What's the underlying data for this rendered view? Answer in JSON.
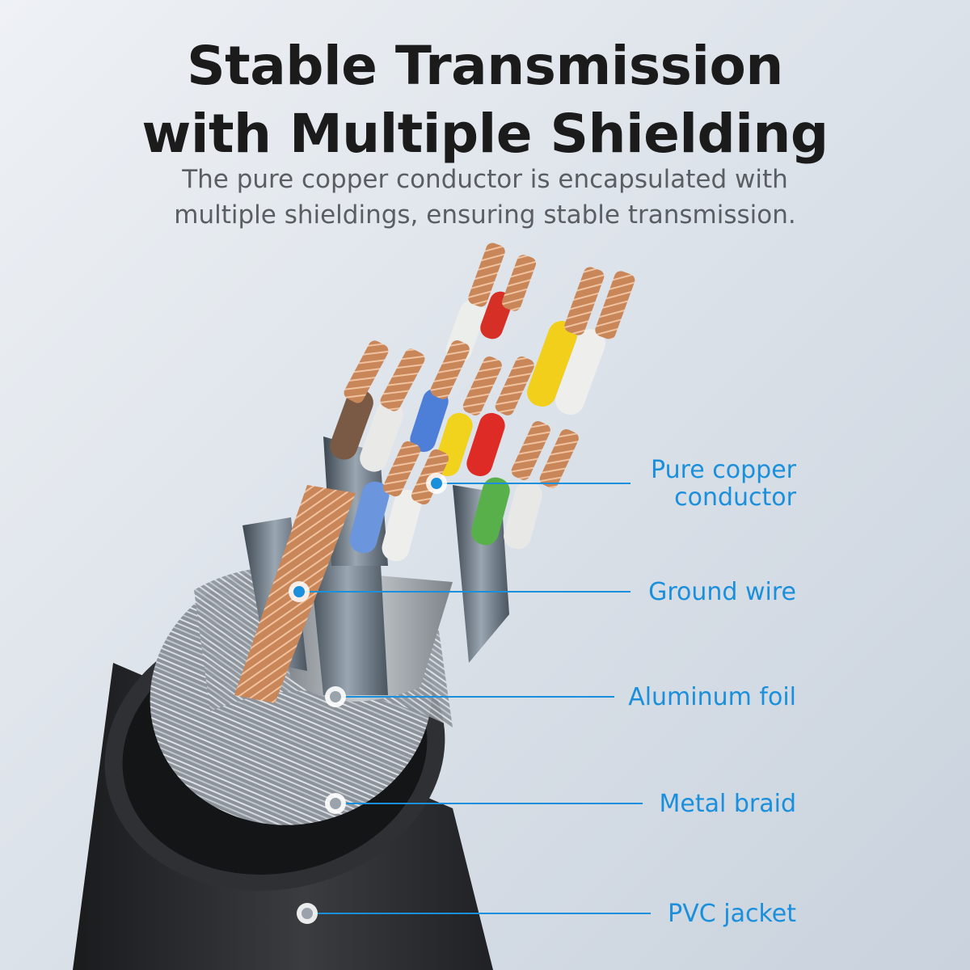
{
  "heading": {
    "title_line1": "Stable Transmission",
    "title_line2": "with Multiple Shielding",
    "subtitle_line1": "The pure copper conductor is encapsulated with",
    "subtitle_line2": "multiple shieldings, ensuring stable transmission."
  },
  "callouts": [
    {
      "id": "conductor",
      "line1": "Pure copper",
      "line2": "conductor"
    },
    {
      "id": "ground",
      "line1": "Ground wire"
    },
    {
      "id": "foil",
      "line1": "Aluminum foil"
    },
    {
      "id": "braid",
      "line1": "Metal braid"
    },
    {
      "id": "jacket",
      "line1": "PVC jacket"
    }
  ],
  "colors": {
    "accent": "#1a8fdc",
    "title": "#1b1b1b",
    "subtitle": "#5a5e63",
    "copper": "#c98a5e",
    "jacket": "#2a2b2d"
  }
}
